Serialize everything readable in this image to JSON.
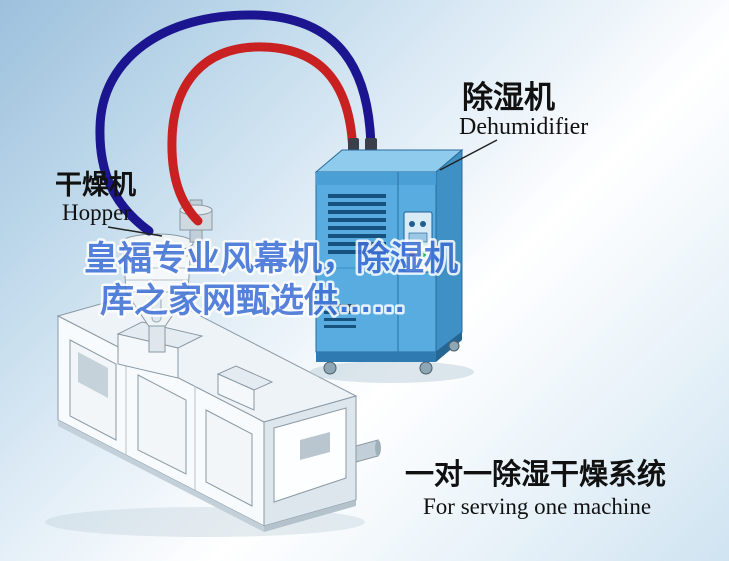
{
  "labels": {
    "dehumidifier": {
      "cn": "除湿机",
      "en": "Dehumidifier"
    },
    "hopper": {
      "cn": "干燥机",
      "en": "Hopper"
    }
  },
  "caption": {
    "cn": "一对一除湿干燥系统",
    "en": "For serving one machine"
  },
  "watermark": {
    "line1": "皇福专业风幕机，除湿机",
    "line2": "库之家网甄选供……"
  },
  "colors": {
    "pipe_red": "#c92121",
    "pipe_blue": "#1b1690",
    "machine_blue": "#58ace0",
    "machine_blue_dark": "#3f90c4",
    "machine_blue_top": "#8fcbec",
    "watermark_blue": "#3d6fd6"
  }
}
